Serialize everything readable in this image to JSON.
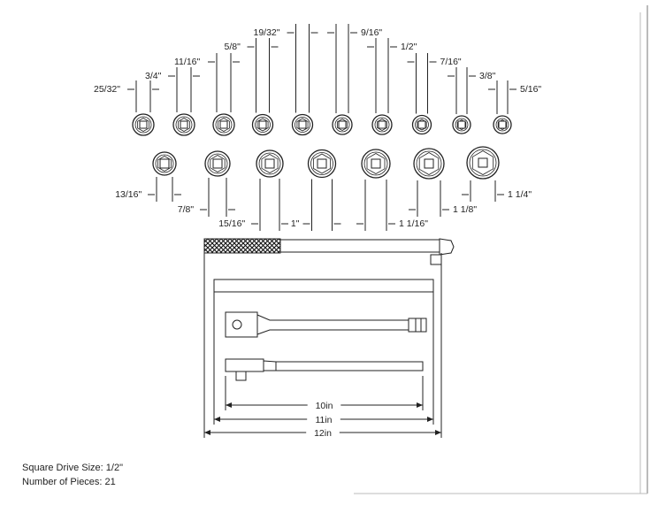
{
  "top_sockets": [
    "25/32\"",
    "3/4\"",
    "11/16\"",
    "5/8\"",
    "19/32\"",
    "9/16\"",
    "1/2\"",
    "7/16\"",
    "3/8\"",
    "5/16\""
  ],
  "bottom_sockets": [
    "13/16\"",
    "7/8\"",
    "15/16\"",
    "1\"",
    "1 1/16\"",
    "1 1/8\"",
    "1 1/4\""
  ],
  "tool_lengths": [
    "10in",
    "11in",
    "12in"
  ],
  "specs": {
    "drive_label": "Square Drive Size:",
    "drive_value": "1/2\"",
    "pieces_label": "Number of Pieces:",
    "pieces_value": "21"
  }
}
